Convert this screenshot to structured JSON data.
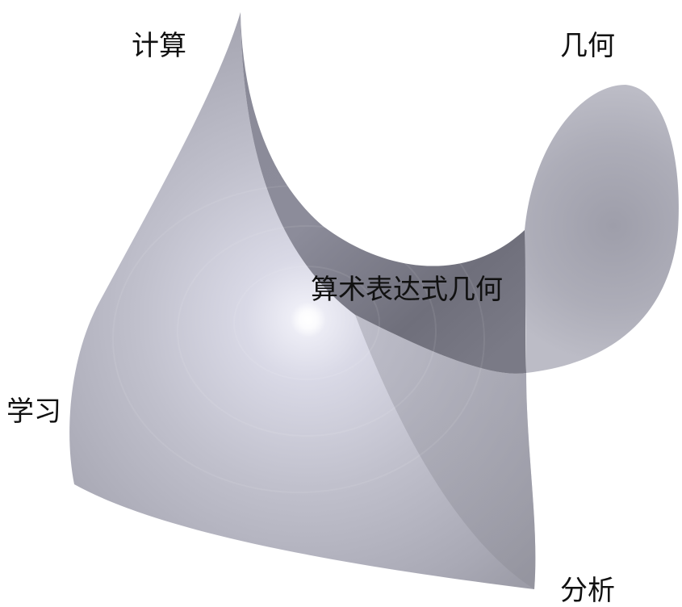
{
  "labels": {
    "top_left": "计算",
    "top_right": "几何",
    "center": "算术表达式几何",
    "left": "学习",
    "bottom_right": "分析"
  },
  "colors": {
    "surface_light": "#d8d8e4",
    "surface_mid": "#b4b4c2",
    "surface_dark": "#6e6e7c",
    "highlight": "#ffffff",
    "text": "#111111"
  }
}
